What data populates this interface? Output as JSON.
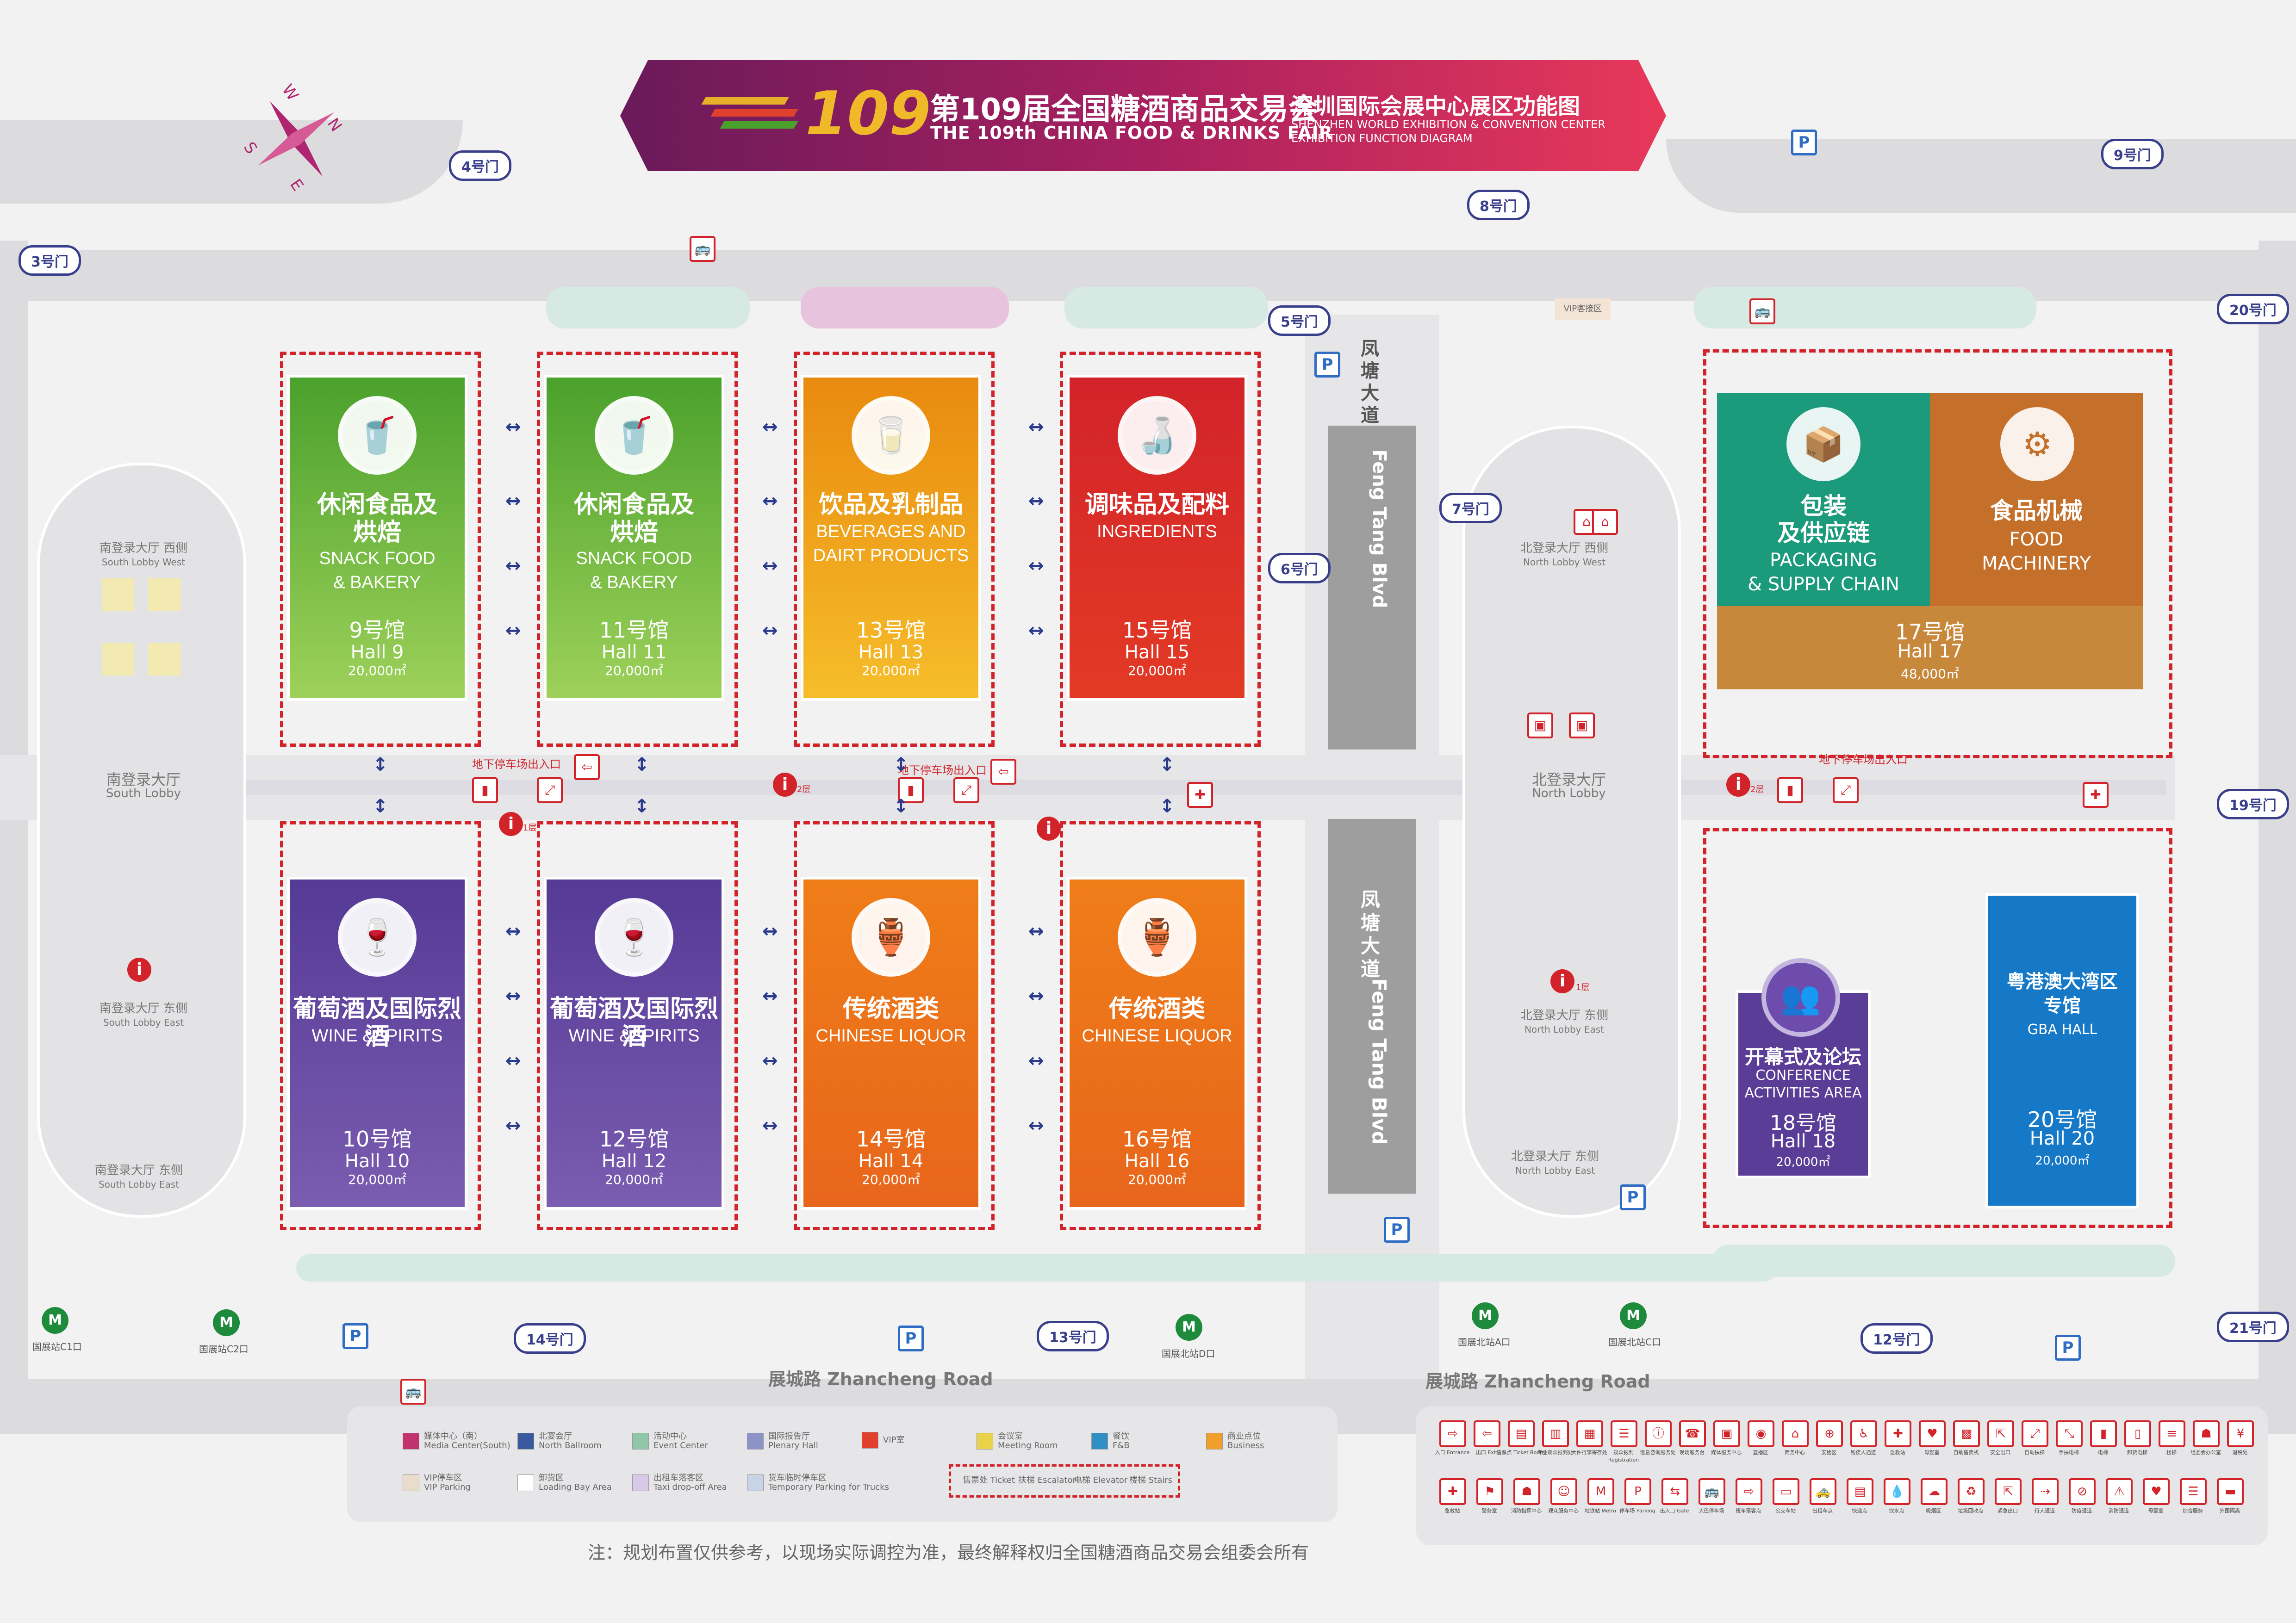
{
  "header": {
    "logo_num": "109",
    "title_cn": "第109届全国糖酒商品交易会",
    "title_en": "THE 109th CHINA FOOD & DRINKS FAIR",
    "subtitle_cn": "深圳国际会展中心展区功能图",
    "subtitle_en1": "SHENZHEN WORLD EXHIBITION & CONVENTION CENTER",
    "subtitle_en2": "EXHIBITION FUNCTION DIAGRAM"
  },
  "compass": {
    "n": "N",
    "e": "E",
    "s": "S",
    "w": "W"
  },
  "gates": {
    "g3": "3号门",
    "g4": "4号门",
    "g5": "5号门",
    "g6": "6号门",
    "g7": "7号门",
    "g8": "8号门",
    "g9": "9号门",
    "g12": "12号门",
    "g13": "13号门",
    "g14": "14号门",
    "g19": "19号门",
    "g20": "20号门",
    "g21": "21号门"
  },
  "roads": {
    "fengtang_cn": "凤塘大道",
    "fengtang_en": "Feng Tang Blvd",
    "zhancheng_top": "展城路 Zhancheng Road",
    "zhancheng_bottom": "展城路 Zhancheng Road"
  },
  "lobbies": {
    "south_lobby_cn": "南登录大厅",
    "south_lobby_en": "South Lobby",
    "north_lobby_cn": "北登录大厅",
    "north_lobby_en": "North Lobby",
    "south_west_cn": "南登录大厅 西侧",
    "south_west_en": "South Lobby West",
    "south_east_cn": "南登录大厅 东侧",
    "south_east_en": "South Lobby East",
    "south_east2_cn": "南登录大厅 东侧",
    "south_east2_en": "South Lobby East",
    "north_west_cn": "北登录大厅 西侧",
    "north_west_en": "North Lobby West",
    "north_east_cn": "北登录大厅 东侧",
    "north_east_en": "North Lobby East",
    "north_east2_cn": "北登录大厅 东侧",
    "north_east2_en": "North Lobby East",
    "underground_parking1": "地下停车场出入口",
    "underground_parking2": "地下停车场出入口",
    "underground_parking3": "地下停车场出入口"
  },
  "metro": {
    "c1": "国展站C1口",
    "c2": "国展站C2口",
    "d": "国展北站D口",
    "a": "国展北站A口",
    "b": "国展北站C口"
  },
  "halls": [
    {
      "cn": "休闲食品及\n烘焙",
      "en": "SNACK FOOD\n& BAKERY",
      "num": "9号馆",
      "hall": "Hall 9",
      "area": "20,000㎡",
      "color_top": "#4aa12c",
      "color_bottom": "#9dd15a",
      "icon": "🥤"
    },
    {
      "cn": "休闲食品及\n烘焙",
      "en": "SNACK FOOD\n& BAKERY",
      "num": "11号馆",
      "hall": "Hall 11",
      "area": "20,000㎡",
      "color_top": "#4aa12c",
      "color_bottom": "#9dd15a",
      "icon": "🥤"
    },
    {
      "cn": "饮品及乳制品",
      "en": "BEVERAGES AND\nDAIRT PRODUCTS",
      "num": "13号馆",
      "hall": "Hall 13",
      "area": "20,000㎡",
      "color_top": "#e98a0f",
      "color_bottom": "#f6bd2a",
      "icon": "🥛"
    },
    {
      "cn": "调味品及配料",
      "en": "INGREDIENTS",
      "num": "15号馆",
      "hall": "Hall 15",
      "area": "20,000㎡",
      "color_top": "#d2232a",
      "color_bottom": "#e33a25",
      "icon": "🍶"
    },
    {
      "cn": "葡萄酒及国际烈酒",
      "en": "WINE &SPIRITS",
      "num": "10号馆",
      "hall": "Hall 10",
      "area": "20,000㎡",
      "color_top": "#553a96",
      "color_bottom": "#7a5cb0",
      "icon": "🍷"
    },
    {
      "cn": "葡萄酒及国际烈酒",
      "en": "WINE &SPIRITS",
      "num": "12号馆",
      "hall": "Hall 12",
      "area": "20,000㎡",
      "color_top": "#553a96",
      "color_bottom": "#7a5cb0",
      "icon": "🍷"
    },
    {
      "cn": "传统酒类",
      "en": "CHINESE LIQUOR",
      "num": "14号馆",
      "hall": "Hall 14",
      "area": "20,000㎡",
      "color_top": "#ef7d18",
      "color_bottom": "#e8661c",
      "icon": "🏺"
    },
    {
      "cn": "传统酒类",
      "en": "CHINESE LIQUOR",
      "num": "16号馆",
      "hall": "Hall 16",
      "area": "20,000㎡",
      "color_top": "#ef7d18",
      "color_bottom": "#e8661c",
      "icon": "🏺"
    }
  ],
  "hall17": {
    "left_cn": "包装\n及供应链",
    "left_en": "PACKAGING\n& SUPPLY CHAIN",
    "right_cn": "食品机械",
    "right_en": "FOOD\nMACHINERY",
    "num": "17号馆",
    "hall": "Hall 17",
    "area": "48,000㎡",
    "color_left": "#1c9a7c",
    "color_right": "#c7722a",
    "color_bottom": "#c7883e"
  },
  "hall18": {
    "cn": "开幕式及论坛",
    "en": "CONFERENCE\nACTIVITIES AREA",
    "num": "18号馆",
    "hall": "Hall 18",
    "area": "20,000㎡",
    "color": "#5a3d96"
  },
  "hall20": {
    "cn": "粤港澳大湾区\n专馆",
    "en": "GBA HALL",
    "num": "20号馆",
    "hall": "Hall 20",
    "area": "20,000㎡",
    "color": "#1679c8"
  },
  "misc": {
    "vip_lbl": "VIP客接区",
    "floor1": "1层",
    "floor2": "2层",
    "floor2b": "2层",
    "floor1b": "1层"
  },
  "legend": {
    "items": [
      {
        "label": "媒体中心（南）",
        "sub": "Media Center(South)",
        "color": "#c0336f"
      },
      {
        "label": "北宴会厅",
        "sub": "North Ballroom",
        "color": "#3a5aa0"
      },
      {
        "label": "活动中心",
        "sub": "Event Center",
        "color": "#8fc7a8"
      },
      {
        "label": "国际报告厅",
        "sub": "Plenary Hall",
        "color": "#8b93c7"
      },
      {
        "label": "VIP室",
        "sub": "",
        "color": "#e0402e"
      },
      {
        "label": "会议室",
        "sub": "Meeting Room",
        "color": "#e8d24a"
      },
      {
        "label": "餐饮",
        "sub": "F&B",
        "color": "#2f8fc4"
      },
      {
        "label": "商业点位",
        "sub": "Business",
        "color": "#f0a02a"
      },
      {
        "label": "VIP停车区",
        "sub": "VIP Parking",
        "color": "#e9dccb"
      },
      {
        "label": "卸货区",
        "sub": "Loading Bay Area",
        "color": "#ffffff"
      },
      {
        "label": "出租车落客区",
        "sub": "Taxi drop-off Area",
        "color": "#d9c9e8"
      },
      {
        "label": "货车临时停车区",
        "sub": "Temporary Parking for Trucks",
        "color": "#c8d4e6"
      }
    ],
    "sub_row": [
      "售票处 Ticket",
      "扶梯 Escalator",
      "电梯 Elevator",
      "楼梯 Stairs"
    ]
  },
  "services": {
    "row1": [
      "入口 Entrance",
      "出口 Exit",
      "售票点 Ticket Booth",
      "专业观众报到处",
      "大件行李寄存处",
      "观众报到 Registration",
      "信息咨询服务处",
      "现场服务台",
      "媒体服务中心",
      "直播区",
      "商务中心",
      "安检区",
      "残疾人通道",
      "急救站",
      "母婴室",
      "自助售卖机",
      "安全出口",
      "自动扶梯",
      "手扶电梯",
      "电梯",
      "卸货电梯",
      "楼梯",
      "组委会办公室",
      "退税处"
    ],
    "row2": [
      "急救站",
      "警务室",
      "消防指挥中心",
      "观众服务中心",
      "地铁站 Metro",
      "停车场 Parking",
      "出入口 Gate",
      "大巴停车场",
      "班车落客点",
      "公交车站",
      "出租车点",
      "快递点",
      "饮水点",
      "吸烟区",
      "垃圾回收点",
      "紧急出口",
      "行人通道",
      "防疫通道",
      "消防通道",
      "母婴室",
      "综合服务",
      "外围隔离"
    ]
  },
  "note": "注：规划布置仅供参考，以现场实际调控为准，最终解释权归全国糖酒商品交易会组委会所有"
}
